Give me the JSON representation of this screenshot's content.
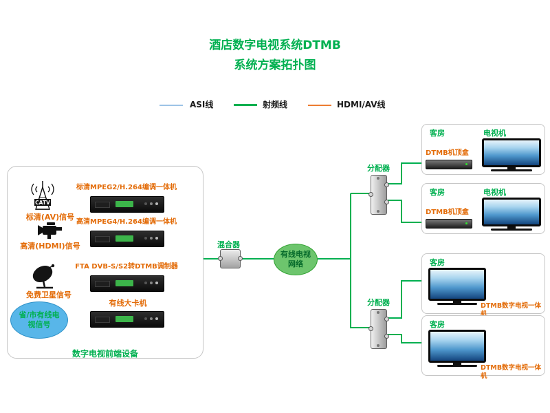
{
  "title": {
    "line1": "酒店数字电视系统DTMB",
    "line2": "系统方案拓扑图"
  },
  "legend": {
    "asi": "ASI线",
    "rf": "射频线",
    "hdmi": "HDMI/AV线"
  },
  "colors": {
    "green": "#00B050",
    "orange": "#E36C09",
    "asi_line": "#9DC3E6",
    "rf_line": "#00B050",
    "hdmi_line": "#ED7D31",
    "blue_fill": "#58B6E9",
    "green_fill": "#6DC56D"
  },
  "frontend": {
    "title": "数字电视前端设备",
    "catv_text": "CATV",
    "source_av": "标清(AV)信号",
    "source_hdmi": "高清(HDMI)信号",
    "source_sat": "免费卫星信号",
    "source_cable": "省/市有线电视信号",
    "device1": "标清MPEG2/H.264编调一体机",
    "device2": "高清MPEG4/H.264编调一体机",
    "device3": "FTA DVB-S/S2转DTMB调制器",
    "device4": "有线大卡机"
  },
  "mixer": {
    "label": "混合器"
  },
  "network": {
    "label": "有线电视网络"
  },
  "splitter1": {
    "label": "分配器"
  },
  "splitter2": {
    "label": "分配器"
  },
  "rooms": {
    "room1": {
      "name": "客房",
      "tv": "电视机",
      "stb": "DTMB机顶盒"
    },
    "room2": {
      "name": "客房",
      "tv": "电视机",
      "stb": "DTMB机顶盒"
    },
    "room3": {
      "name": "客房",
      "device": "DTMB数字电视一体机"
    },
    "room4": {
      "name": "客房",
      "device": "DTMB数字电视一体机"
    }
  }
}
